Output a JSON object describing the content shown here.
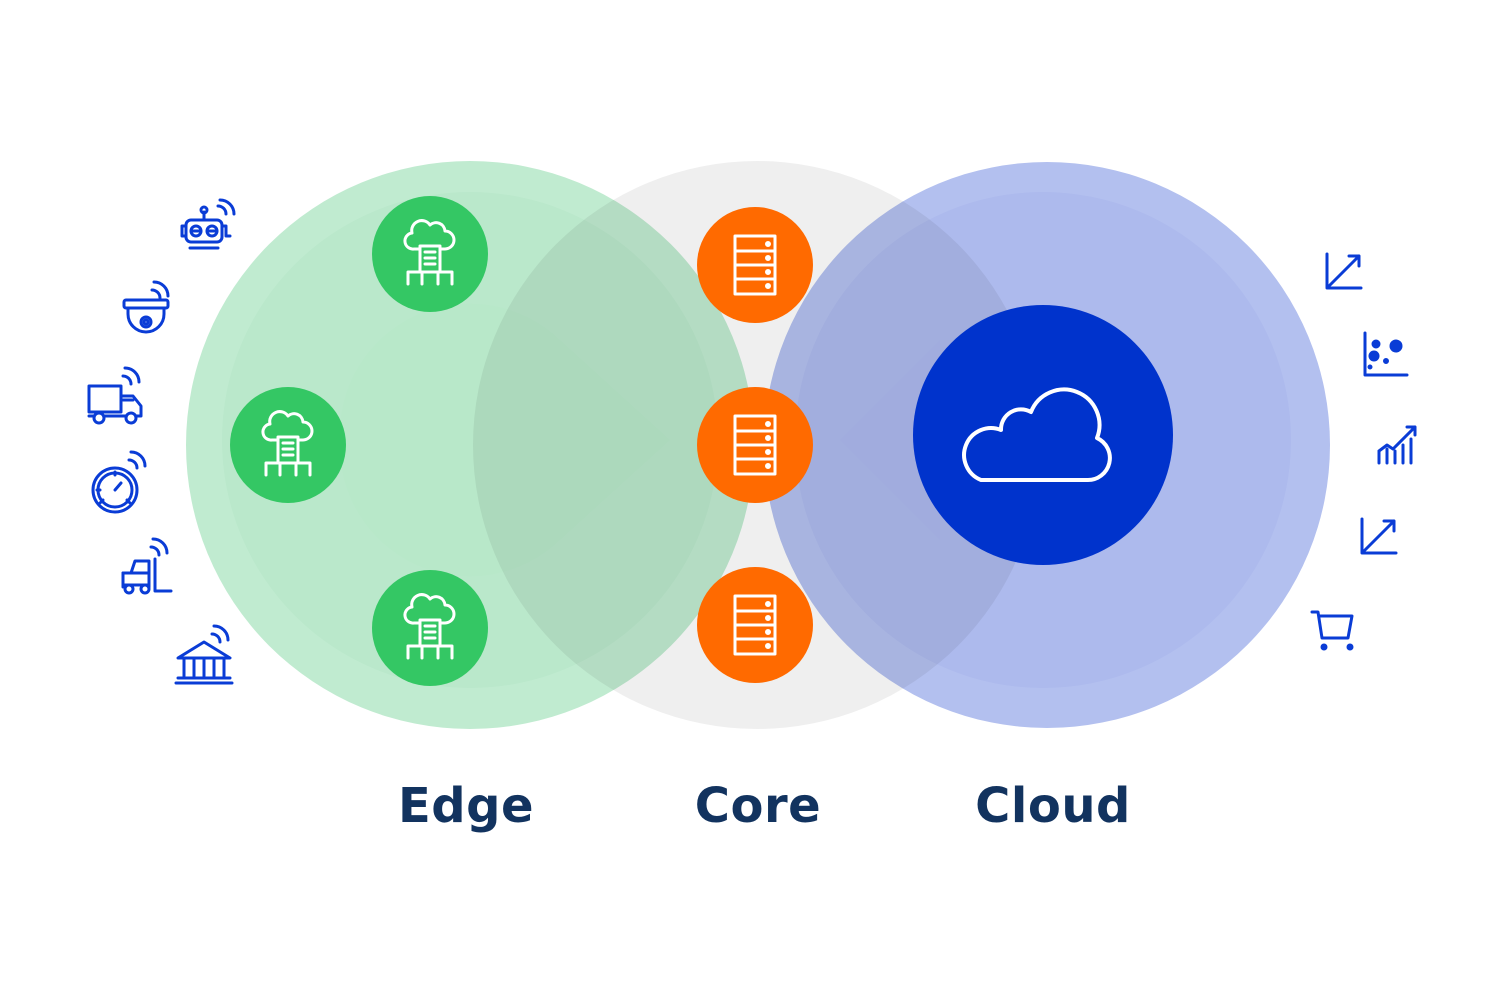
{
  "labels": {
    "edge": "Edge",
    "core": "Core",
    "cloud": "Cloud"
  },
  "colors": {
    "edge": "#34c764",
    "core": "#ff6a00",
    "cloud": "#0033cc",
    "icon": "#0a3cd6",
    "label": "#12335f"
  },
  "edge_devices": [
    "robot-icon",
    "security-camera-icon",
    "truck-icon",
    "gauge-icon",
    "forklift-icon",
    "bank-icon"
  ],
  "cloud_outputs": [
    "growth-chart-icon",
    "scatter-chart-icon",
    "bar-trend-icon",
    "growth-chart-icon",
    "shopping-cart-icon"
  ]
}
